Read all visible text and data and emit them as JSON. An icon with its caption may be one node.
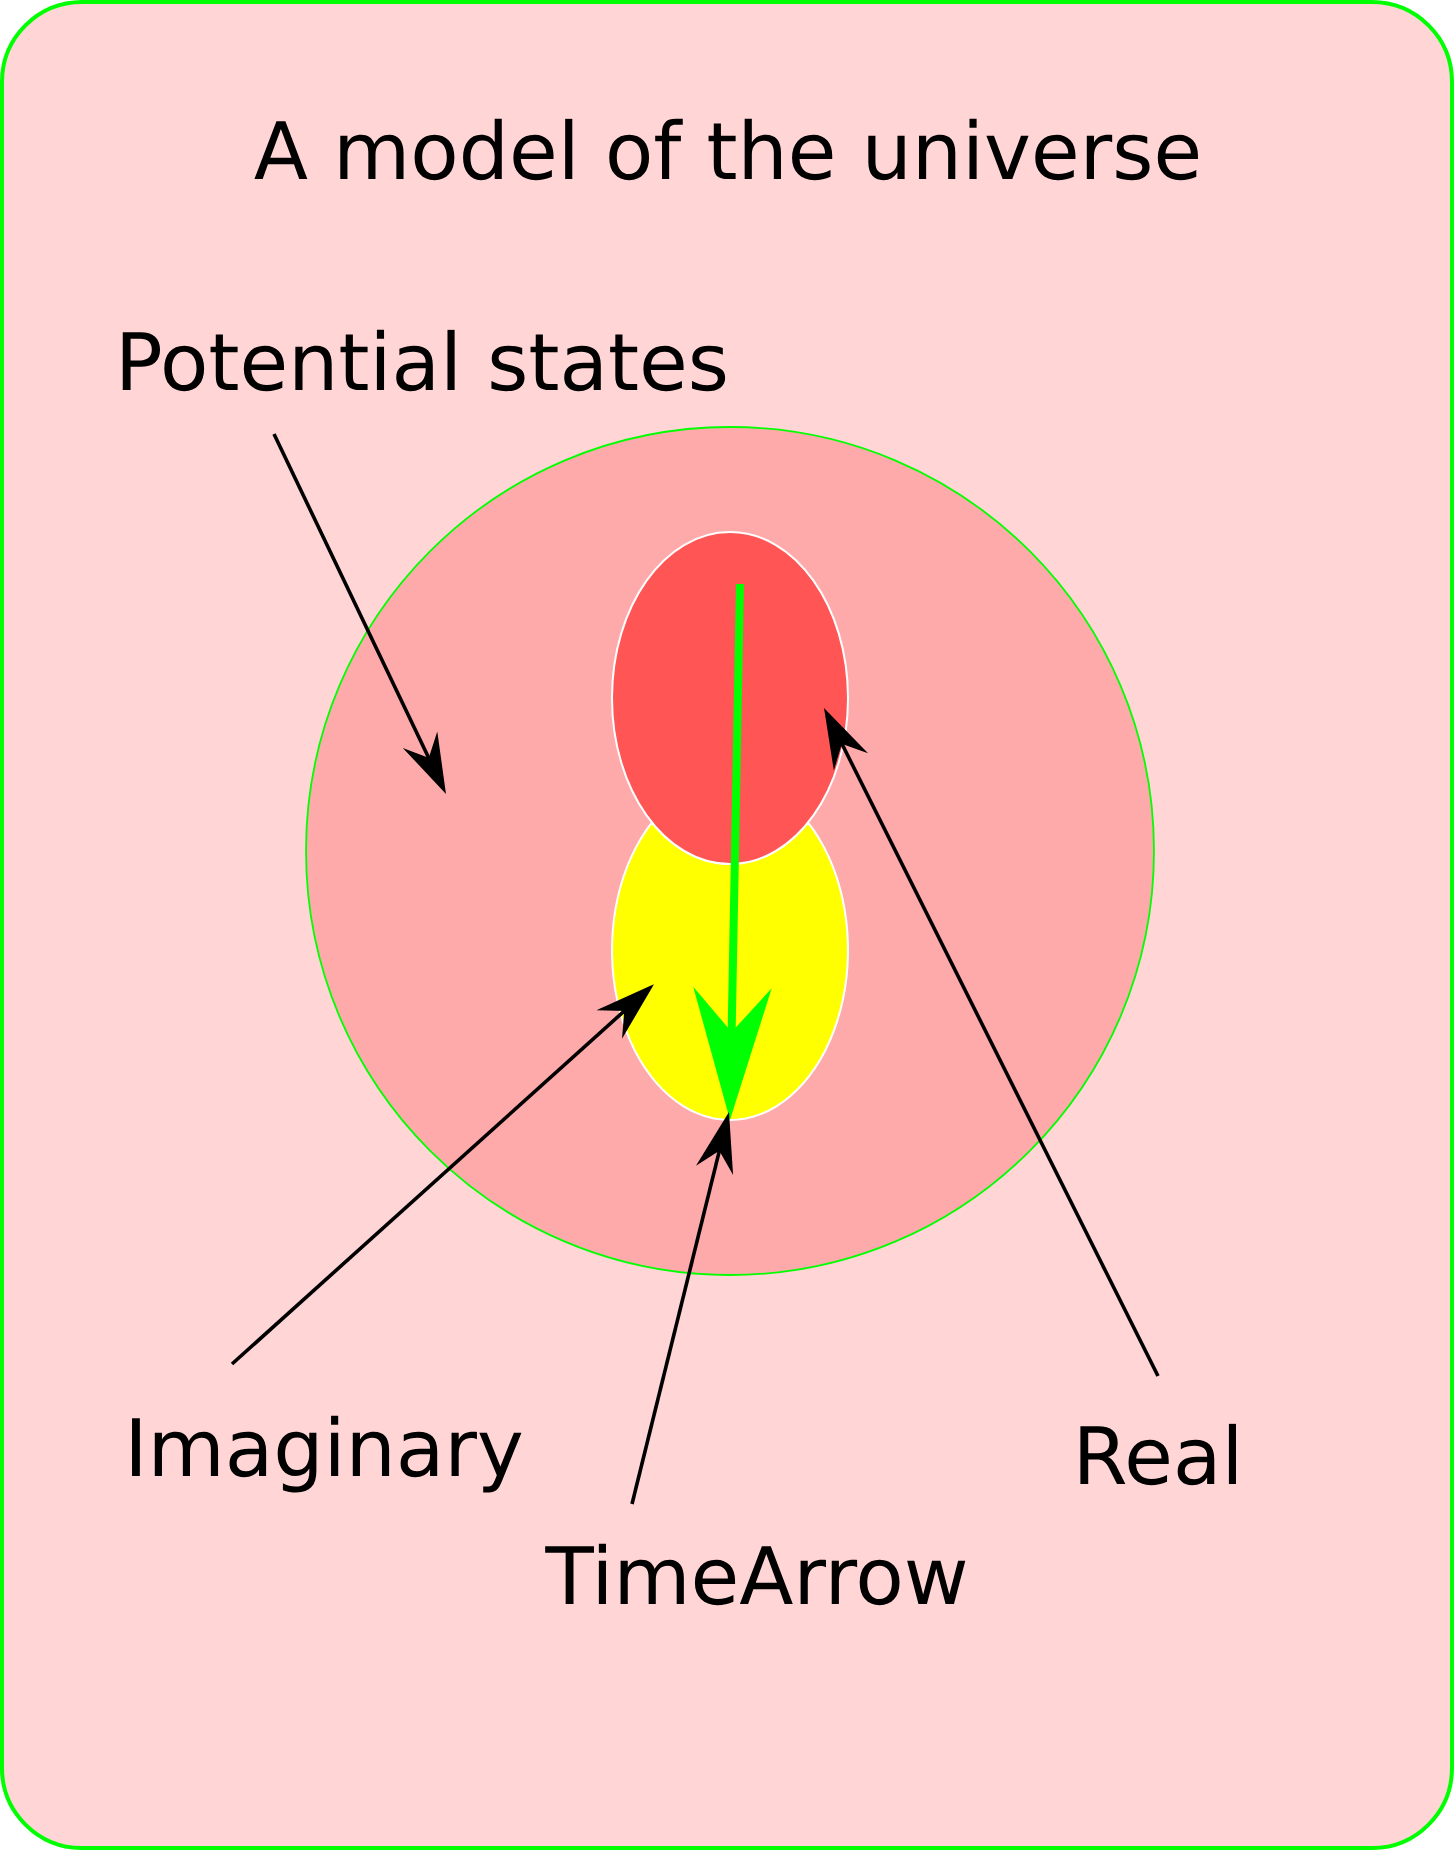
{
  "diagram": {
    "title": "A model of the universe",
    "nodes": [
      {
        "text": [
          "Potential states"
        ]
      },
      {
        "text": [],
        "shape": "circle"
      },
      {
        "text": [],
        "shape": "ellipse",
        "in": 1
      },
      {
        "text": [],
        "shape": "ellipse",
        "in": 1
      },
      {
        "text": [],
        "shape": "arrow",
        "in": 1
      },
      {
        "text": [
          "Imaginary"
        ]
      },
      {
        "text": [
          "Real"
        ]
      },
      {
        "text": [
          "TimeArrow"
        ]
      }
    ],
    "edges": [
      {
        "from": 0,
        "to": 1,
        "arrow": "to"
      },
      {
        "from": 5,
        "to": 3,
        "arrow": "to"
      },
      {
        "from": 7,
        "to": 4,
        "arrow": "to"
      },
      {
        "from": 6,
        "to": 2,
        "arrow": "to"
      }
    ]
  }
}
